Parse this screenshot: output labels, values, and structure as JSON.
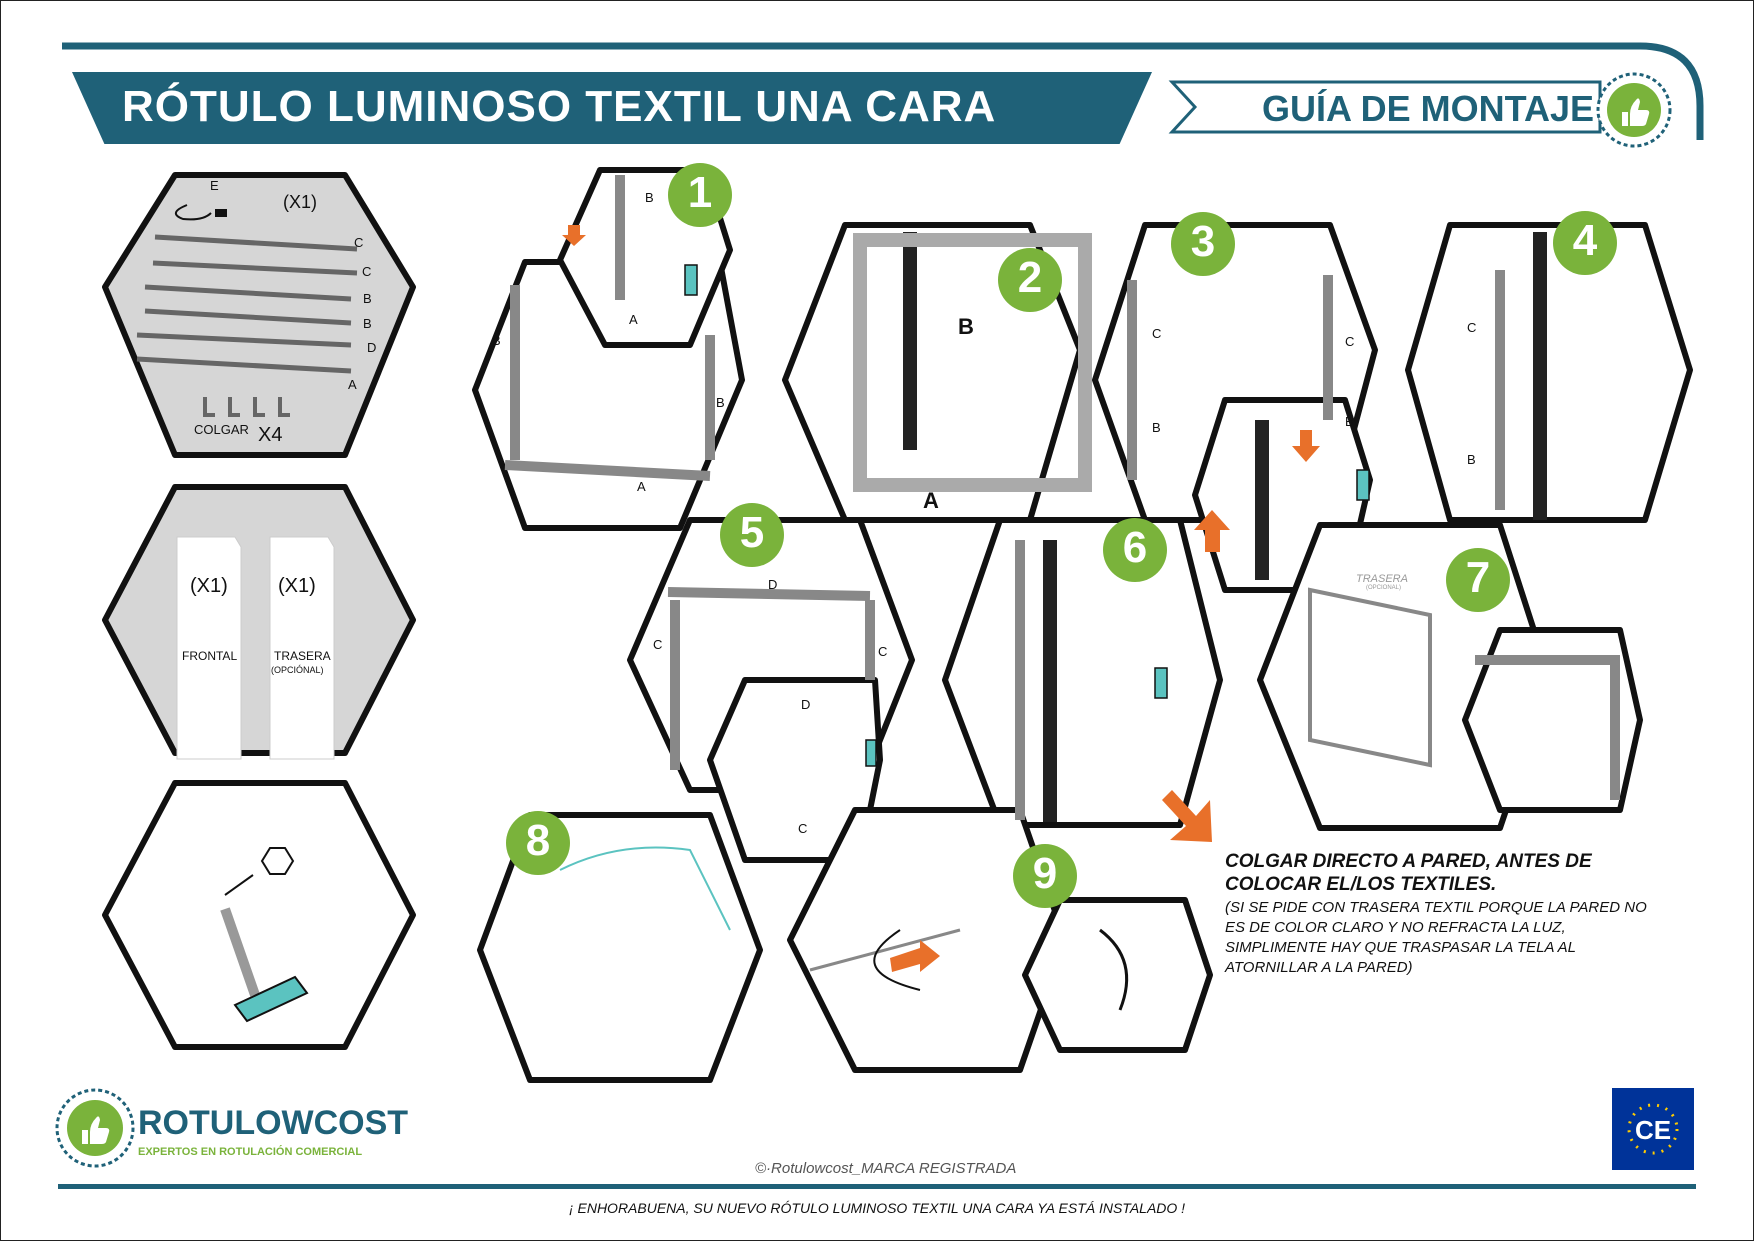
{
  "header": {
    "title": "RÓTULO LUMINOSO TEXTIL UNA CARA",
    "guide_title": "GUÍA DE MONTAJE"
  },
  "parts": {
    "kit_qty": "(X1)",
    "piece_labels": [
      "E",
      "C",
      "C",
      "B",
      "B",
      "D",
      "A"
    ],
    "hang_label": "COLGAR",
    "hang_qty": "X4",
    "frontal_qty": "(X1)",
    "frontal_label": "FRONTAL",
    "trasera_qty": "(X1)",
    "trasera_label": "TRASERA",
    "trasera_note": "(OPCIÓNAL)"
  },
  "steps": [
    "1",
    "2",
    "3",
    "4",
    "5",
    "6",
    "7",
    "8",
    "9"
  ],
  "step_labels": {
    "s1": [
      "B",
      "B",
      "B",
      "A",
      "A"
    ],
    "s2": [
      "B",
      "A"
    ],
    "s3": [
      "C",
      "C",
      "B",
      "B"
    ],
    "s4": [
      "C",
      "B"
    ],
    "s5": [
      "D",
      "C",
      "C",
      "D",
      "C"
    ],
    "s7": [
      "TRASERA",
      "(OPCIONAL)"
    ]
  },
  "note": {
    "title": "COLGAR DIRECTO A PARED, ANTES DE COLOCAR EL/LOS TEXTILES.",
    "body": "(SI SE PIDE CON TRASERA TEXTIL PORQUE LA PARED NO ES DE COLOR CLARO Y NO REFRACTA LA LUZ, SIMPLIMENTE HAY QUE TRASPASAR LA TELA AL ATORNILLAR A LA PARED)"
  },
  "brand": {
    "name": "ROTULOWCOST",
    "tagline": "EXPERTOS EN ROTULACIÓN COMERCIAL"
  },
  "copyright": "©·Rotulowcost_MARCA REGISTRADA",
  "footer": "¡ ENHORABUENA, SU NUEVO RÓTULO LUMINOSO TEXTIL UNA CARA YA ESTÁ INSTALADO !",
  "colors": {
    "primary": "#1f6178",
    "accent_green": "#7ab33b",
    "arrow_orange": "#e8702a",
    "tool_teal": "#5bc3c0",
    "panel_gray": "#d6d6d6"
  }
}
